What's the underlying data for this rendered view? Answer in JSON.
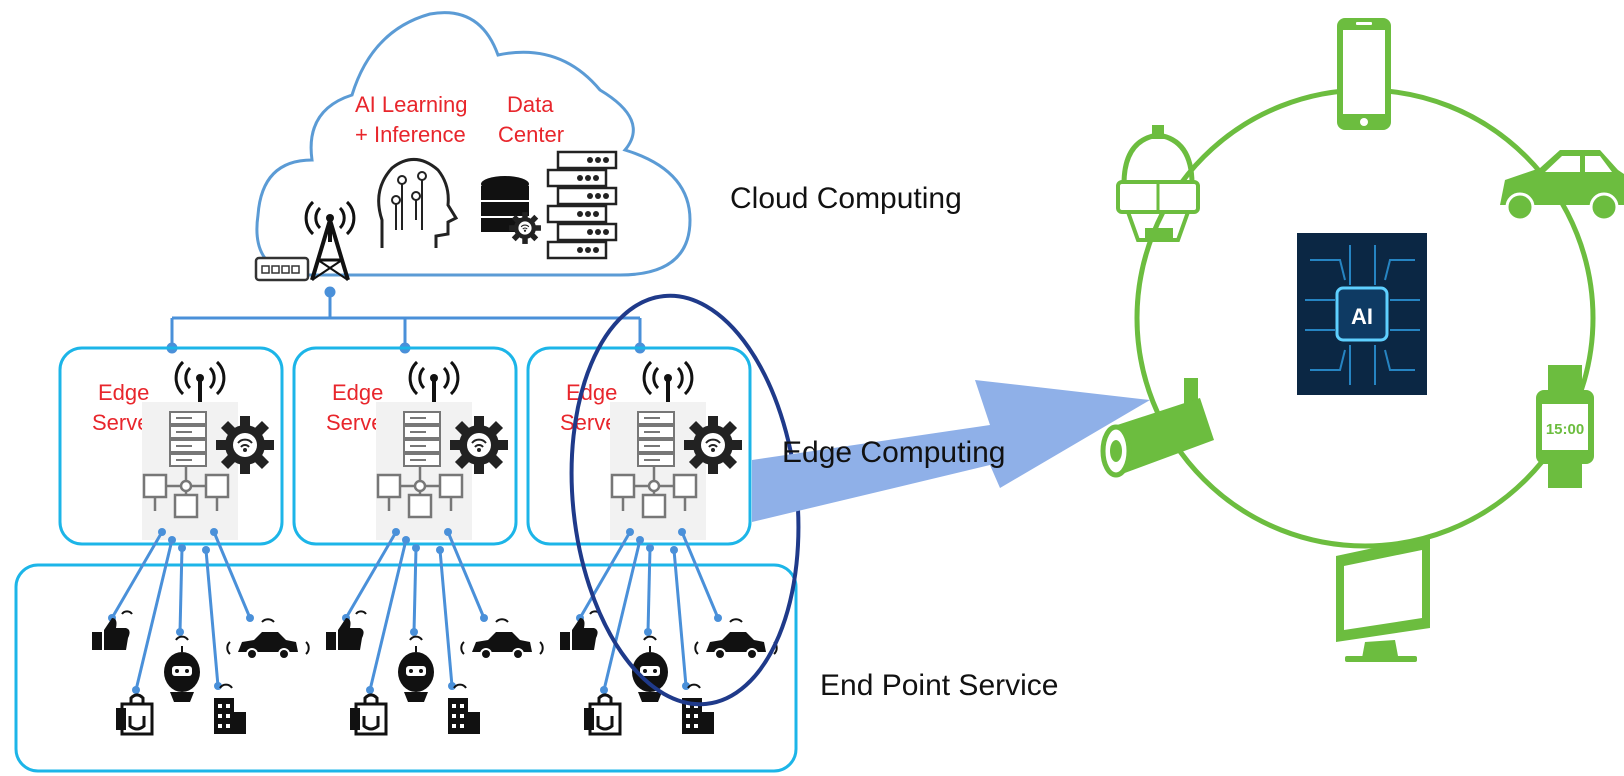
{
  "cloud": {
    "ai_label_line1": "AI Learning",
    "ai_label_line2": "+ Inference",
    "dc_label_line1": "Data",
    "dc_label_line2": "Center"
  },
  "edge_server": {
    "label_line1": "Edge",
    "label_line2": "Server"
  },
  "labels": {
    "cloud_computing": "Cloud Computing",
    "edge_computing": "Edge Computing",
    "end_point_service": "End Point Service"
  },
  "ai_chip": {
    "label": "AI"
  },
  "smartwatch": {
    "time": "15:00"
  },
  "colors": {
    "cloud_outline": "#5b9bd5",
    "edge_box": "#1cb5e8",
    "connector": "#4a90d9",
    "highlight_ellipse": "#1f3a8a",
    "arrow": "#8fb0e8",
    "device_green": "#6cbd3f",
    "chip_bg": "#0b2744",
    "label_red": "#e8262c"
  }
}
